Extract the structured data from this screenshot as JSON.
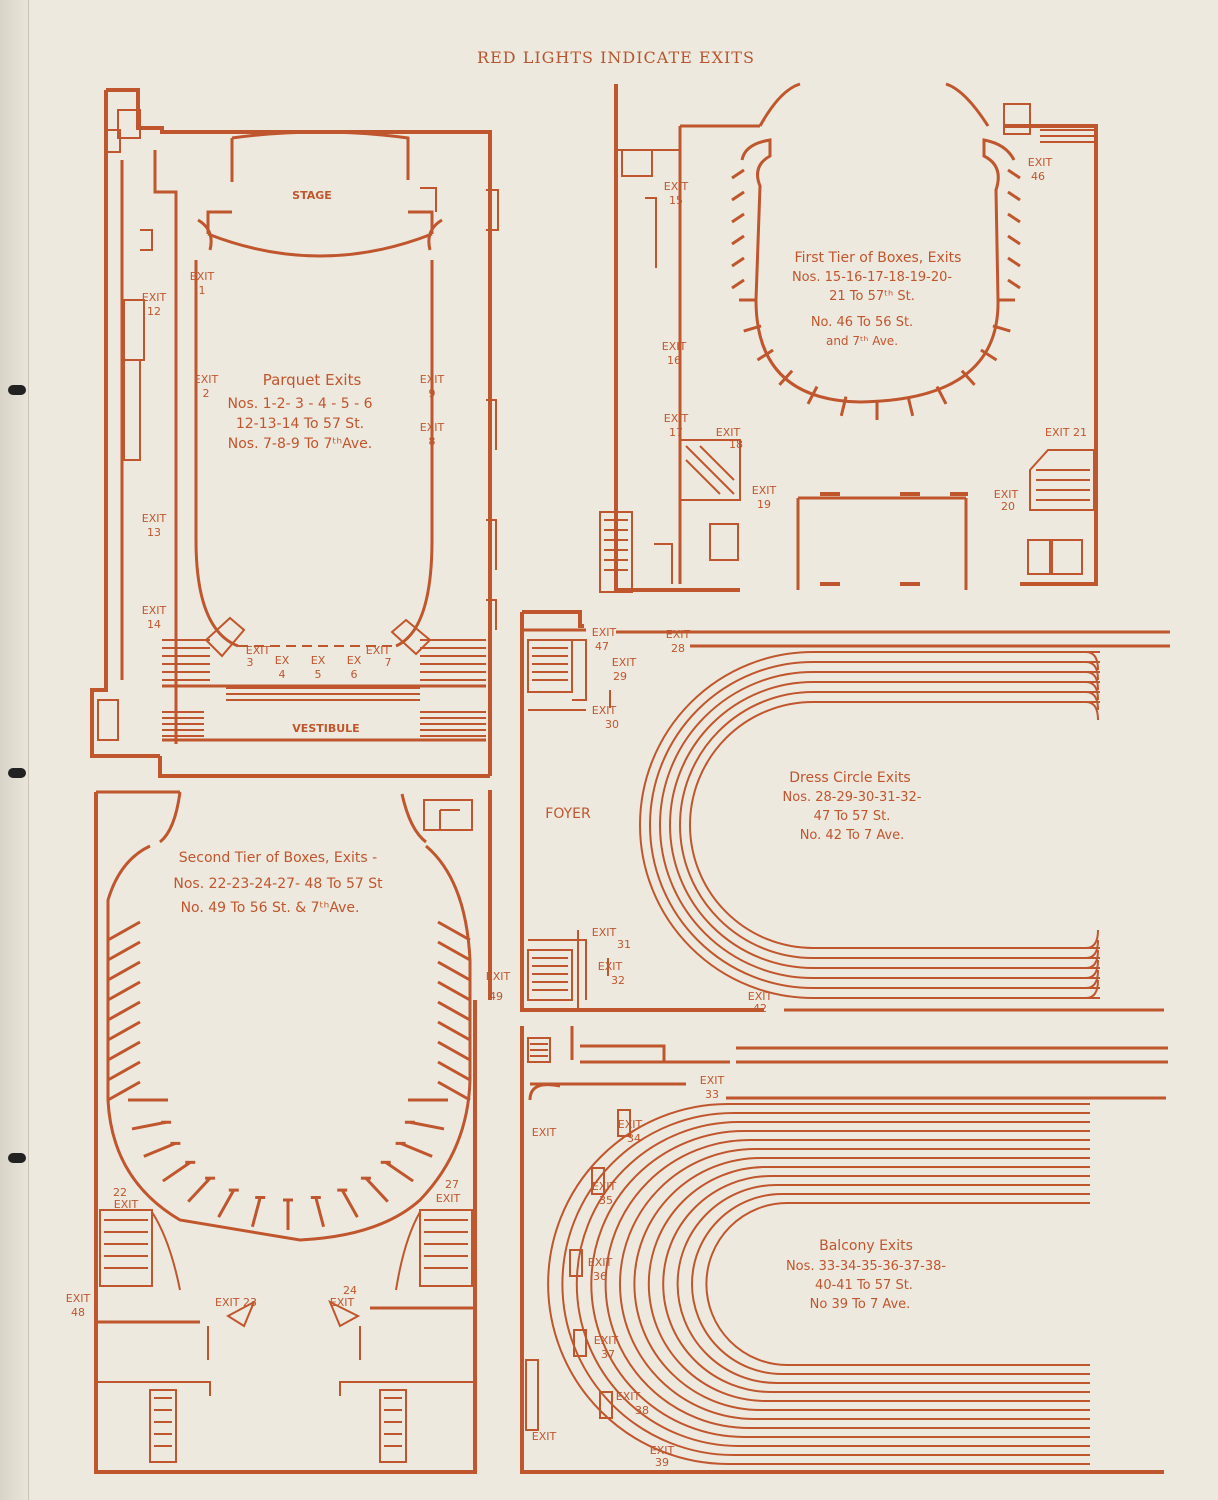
{
  "page": {
    "header": "RED LIGHTS INDICATE EXITS",
    "ink_color": "#c0562e",
    "paper_color": "#ede9de"
  },
  "parquet": {
    "stage": "STAGE",
    "vestibule": "VESTIBULE",
    "caption": [
      "Parquet Exits",
      "Nos. 1-2- 3 - 4 - 5 - 6",
      "12-13-14  To 57 St.",
      "Nos. 7-8-9  To 7ᵗʰAve."
    ],
    "exits": {
      "e1": [
        "EXIT",
        "1"
      ],
      "e2": [
        "EXIT",
        "2"
      ],
      "e9": [
        "EXIT",
        "9"
      ],
      "e8": [
        "EXIT",
        "8"
      ],
      "e12": [
        "EXIT",
        "12"
      ],
      "e13": [
        "EXIT",
        "13"
      ],
      "e14": [
        "EXIT",
        "14"
      ],
      "e3": [
        "EXIT",
        "3"
      ],
      "e4": [
        "EX",
        "4"
      ],
      "e5": [
        "EX",
        "5"
      ],
      "e6": [
        "EX",
        "6"
      ],
      "e7": [
        "EXIT",
        "7"
      ]
    }
  },
  "first_tier": {
    "caption": [
      "First Tier of Boxes, Exits",
      "Nos. 15-16-17-18-19-20-",
      "21  To 57ᵗʰ St.",
      "No.  46  To 56  St.",
      "and  7ᵗʰ Ave."
    ],
    "exits": {
      "e15": [
        "EXIT",
        "15"
      ],
      "e16": [
        "EXIT",
        "16"
      ],
      "e17": [
        "EXIT",
        "17"
      ],
      "e18": [
        "EXIT",
        "18"
      ],
      "e19": [
        "EXIT",
        "19"
      ],
      "e20": [
        "EXIT",
        "20"
      ],
      "e21": [
        "EXIT 21"
      ],
      "e46": [
        "EXIT",
        "46"
      ]
    }
  },
  "dress_circle": {
    "foyer": "FOYER",
    "caption": [
      "Dress Circle Exits",
      "Nos. 28-29-30-31-32-",
      "47  To 57 St.",
      "No. 42  To 7 Ave."
    ],
    "exits": {
      "e47": [
        "EXIT",
        "47"
      ],
      "e28": [
        "EXIT",
        "28"
      ],
      "e29": [
        "EXIT",
        "29"
      ],
      "e30": [
        "EXIT",
        "30"
      ],
      "e31": [
        "EXIT",
        "31"
      ],
      "e32": [
        "EXIT",
        "32"
      ],
      "e42": [
        "EXIT",
        "42"
      ]
    }
  },
  "second_tier": {
    "caption": [
      "Second Tier of Boxes, Exits -",
      "Nos. 22-23-24-27- 48  To 57 St",
      "No.  49  To 56 St. & 7ᵗʰAve."
    ],
    "exits": {
      "e49": [
        "EXIT",
        "49"
      ],
      "e22": [
        "22",
        "EXIT"
      ],
      "e27": [
        "27",
        "EXIT"
      ],
      "e48": [
        "EXIT",
        "48"
      ],
      "e23": [
        "EXIT 23"
      ],
      "e24": [
        "24",
        "EXIT"
      ]
    }
  },
  "balcony": {
    "caption": [
      "Balcony Exits",
      "Nos. 33-34-35-36-37-38-",
      "40-41  To 57 St.",
      "No 39  To 7 Ave."
    ],
    "exits": {
      "e33": [
        "EXIT",
        "33"
      ],
      "e34": [
        "EXIT",
        "34"
      ],
      "e35": [
        "EXIT",
        "35"
      ],
      "e36": [
        "EXIT",
        "36"
      ],
      "e37": [
        "EXIT",
        "37"
      ],
      "e38": [
        "EXIT",
        "38"
      ],
      "e39": [
        "EXIT",
        "39"
      ],
      "eLeft1": [
        "EXIT"
      ],
      "eLeft2": [
        "EXIT"
      ]
    }
  }
}
